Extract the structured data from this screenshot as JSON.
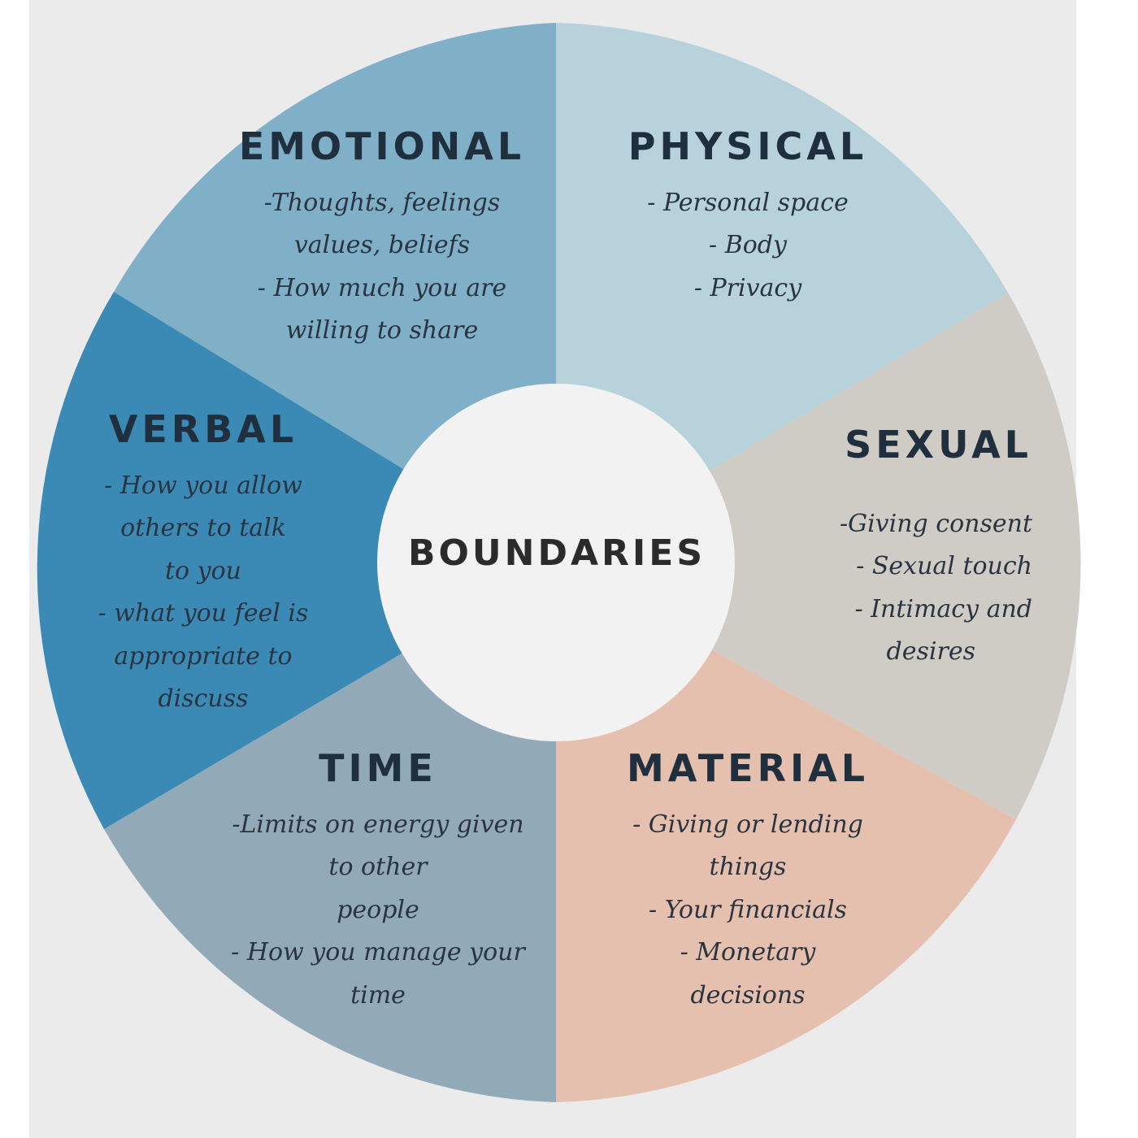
{
  "colors": {
    "background": "#ebebeb",
    "emotional": "#7fb0c8",
    "physical": "#b8d2dc",
    "sexual": "#cfcbc5",
    "material": "#e6c0ae",
    "time": "#92a9b8",
    "verbal": "#3a8ab5",
    "center": "#f2f2f3"
  },
  "center": {
    "label": "BOUNDARIES"
  },
  "sections": {
    "emotional": {
      "title": "EMOTIONAL",
      "items": [
        "-Thoughts, feelings",
        "values, beliefs",
        "- How much you are",
        "willing to share"
      ]
    },
    "physical": {
      "title": "PHYSICAL",
      "items": [
        "- Personal space",
        "- Body",
        "- Privacy"
      ]
    },
    "verbal": {
      "title": "VERBAL",
      "items": [
        "- How you allow",
        "others to talk",
        "to you",
        "- what you feel is",
        "appropriate to",
        "discuss"
      ]
    },
    "sexual": {
      "title": "SEXUAL",
      "items": [
        "-Giving consent",
        "- Sexual touch",
        "- Intimacy and",
        "desires"
      ]
    },
    "time": {
      "title": "TIME",
      "items": [
        "-Limits on energy given",
        "to other",
        "people",
        "- How you manage your",
        "time"
      ]
    },
    "material": {
      "title": "MATERIAL",
      "items": [
        "- Giving or lending",
        "things",
        "- Your financials",
        "- Monetary",
        "decisions"
      ]
    }
  }
}
